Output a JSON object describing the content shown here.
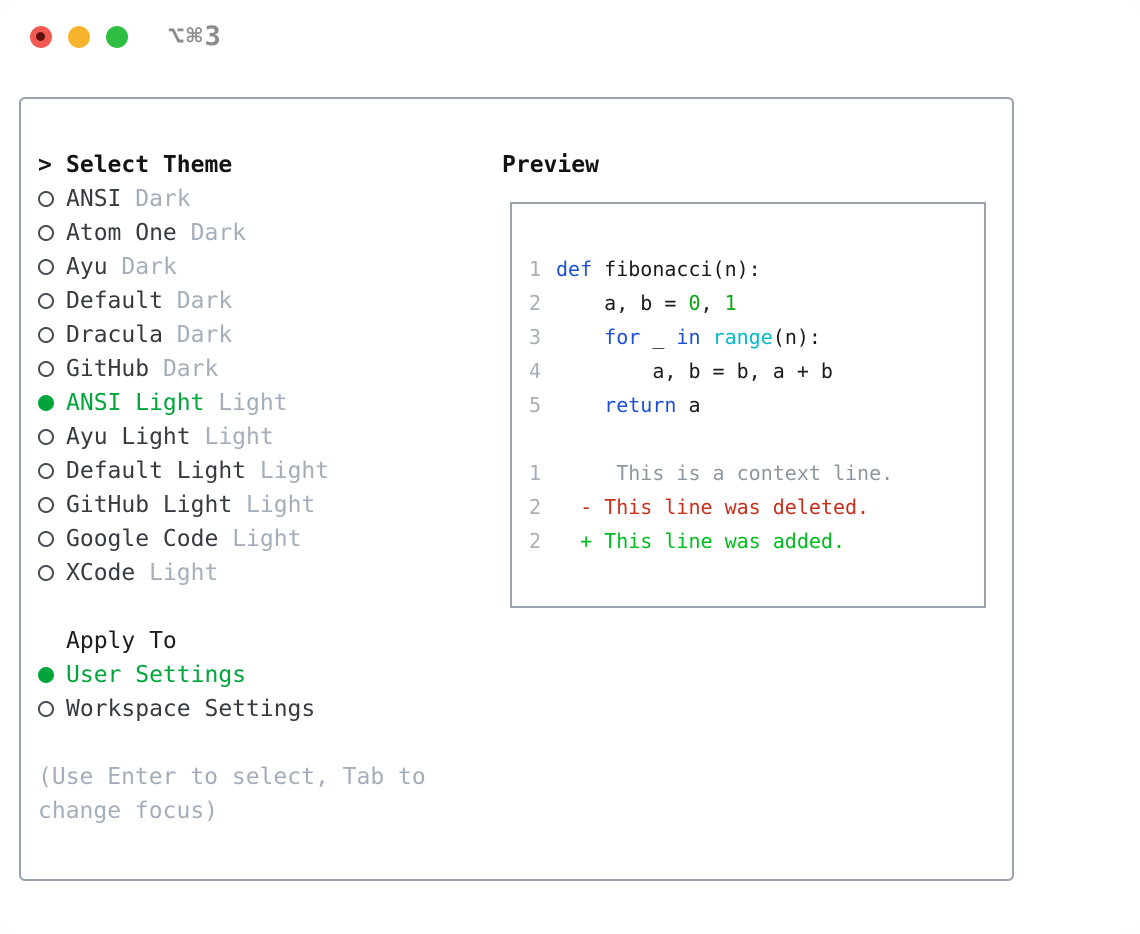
{
  "window": {
    "title": "⌥⌘3",
    "traffic_lights": [
      "close",
      "minimize",
      "zoom"
    ]
  },
  "colors": {
    "accent_green": "#00a53c",
    "border_gray": "#99a2ad",
    "muted_gray": "#a4aebb",
    "syntax_keyword_blue": "#1f50d2",
    "syntax_function_cyan": "#00bcc8",
    "syntax_number_green": "#0ba50f",
    "diff_deleted_red": "#c9301c",
    "diff_added_green": "#00bd1f",
    "traffic_red": "#f25a52",
    "traffic_yellow": "#f6b42c",
    "traffic_green": "#2fbe41"
  },
  "theme_panel": {
    "header": {
      "marker": ">",
      "label": "Select Theme"
    },
    "items": [
      {
        "name": "ANSI",
        "variant": "Dark",
        "selected": false
      },
      {
        "name": "Atom One",
        "variant": "Dark",
        "selected": false
      },
      {
        "name": "Ayu",
        "variant": "Dark",
        "selected": false
      },
      {
        "name": "Default",
        "variant": "Dark",
        "selected": false
      },
      {
        "name": "Dracula",
        "variant": "Dark",
        "selected": false
      },
      {
        "name": "GitHub",
        "variant": "Dark",
        "selected": false
      },
      {
        "name": "ANSI Light",
        "variant": "Light",
        "selected": true
      },
      {
        "name": "Ayu Light",
        "variant": "Light",
        "selected": false
      },
      {
        "name": "Default Light",
        "variant": "Light",
        "selected": false
      },
      {
        "name": "GitHub Light",
        "variant": "Light",
        "selected": false
      },
      {
        "name": "Google Code",
        "variant": "Light",
        "selected": false
      },
      {
        "name": "XCode",
        "variant": "Light",
        "selected": false
      }
    ],
    "apply_to": {
      "label": "Apply To",
      "options": [
        {
          "label": "User Settings",
          "selected": true
        },
        {
          "label": "Workspace Settings",
          "selected": false
        }
      ]
    },
    "footer_lines": [
      "(Use Enter to select, Tab to",
      "change focus)"
    ]
  },
  "preview": {
    "label": "Preview",
    "rows": [
      {
        "num": "1",
        "segs": [
          {
            "t": "def",
            "c": "kw"
          },
          {
            "t": " fibonacci(n):",
            "c": "plain"
          }
        ]
      },
      {
        "num": "2",
        "segs": [
          {
            "t": "    a, b = ",
            "c": "plain"
          },
          {
            "t": "0",
            "c": "num"
          },
          {
            "t": ", ",
            "c": "plain"
          },
          {
            "t": "1",
            "c": "num"
          }
        ]
      },
      {
        "num": "3",
        "segs": [
          {
            "t": "    ",
            "c": "plain"
          },
          {
            "t": "for",
            "c": "kw"
          },
          {
            "t": " _ ",
            "c": "plain"
          },
          {
            "t": "in",
            "c": "kw"
          },
          {
            "t": " ",
            "c": "plain"
          },
          {
            "t": "range",
            "c": "fn"
          },
          {
            "t": "(n):",
            "c": "plain"
          }
        ]
      },
      {
        "num": "4",
        "segs": [
          {
            "t": "        a, b = b, a + b",
            "c": "plain"
          }
        ]
      },
      {
        "num": "5",
        "segs": [
          {
            "t": "    ",
            "c": "plain"
          },
          {
            "t": "return",
            "c": "kw"
          },
          {
            "t": " a",
            "c": "plain"
          }
        ]
      },
      {
        "num": "",
        "segs": []
      },
      {
        "num": "1",
        "segs": [
          {
            "t": "     This is a context line.",
            "c": "ctx"
          }
        ]
      },
      {
        "num": "2",
        "segs": [
          {
            "t": "  - This line was deleted.",
            "c": "del"
          }
        ]
      },
      {
        "num": "2",
        "segs": [
          {
            "t": "  + This line was added.",
            "c": "add"
          }
        ]
      }
    ]
  }
}
